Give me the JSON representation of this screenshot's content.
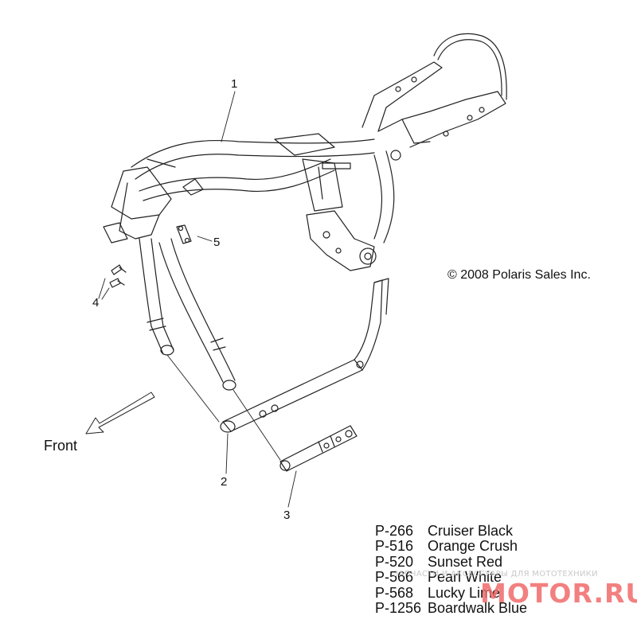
{
  "callouts": [
    {
      "id": "1",
      "label": "1"
    },
    {
      "id": "2",
      "label": "2"
    },
    {
      "id": "3",
      "label": "3"
    },
    {
      "id": "4",
      "label": "4"
    },
    {
      "id": "5",
      "label": "5"
    }
  ],
  "copyright": "© 2008 Polaris Sales Inc.",
  "front_label": "Front",
  "color_codes": [
    {
      "code": "P-266",
      "name": "Cruiser Black"
    },
    {
      "code": "P-516",
      "name": "Orange Crush"
    },
    {
      "code": "P-520",
      "name": "Sunset Red"
    },
    {
      "code": "P-566",
      "name": "Pearl White"
    },
    {
      "code": "P-568",
      "name": "Lucky Lime"
    },
    {
      "code": "P-1256",
      "name": "Boardwalk Blue"
    }
  ],
  "watermark": {
    "text": "ЗАПЧАСТИ И АКСЕССУАРЫ ДЛЯ МОТОТЕХНИКИ",
    "logo": "MOTOR.RU"
  }
}
